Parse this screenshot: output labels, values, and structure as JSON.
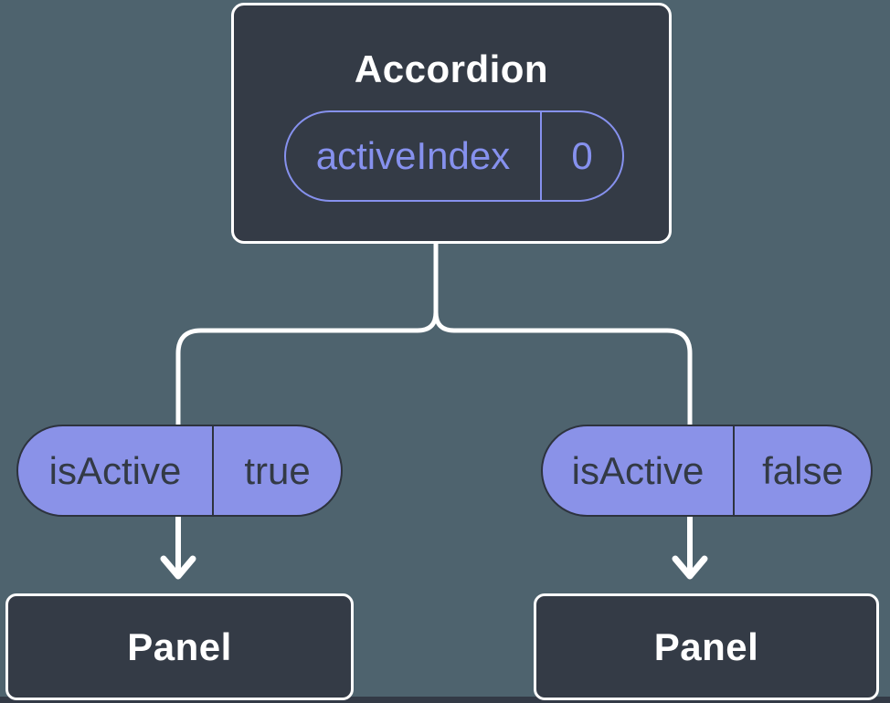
{
  "colors": {
    "background": "#4E636E",
    "node_fill": "#343B46",
    "node_border": "#FFFFFF",
    "node_text": "#FFFFFF",
    "prop_accent": "#8691EE",
    "state_fill": "#8A92E8",
    "state_border": "#2D333E",
    "state_text": "#333A45",
    "connector": "#FFFFFF",
    "bottom_strip": "#333A46"
  },
  "tree": {
    "root": {
      "title": "Accordion",
      "prop": {
        "name": "activeIndex",
        "value": "0"
      }
    },
    "branches": [
      {
        "state": {
          "name": "isActive",
          "value": "true"
        },
        "child": {
          "title": "Panel"
        }
      },
      {
        "state": {
          "name": "isActive",
          "value": "false"
        },
        "child": {
          "title": "Panel"
        }
      }
    ]
  }
}
